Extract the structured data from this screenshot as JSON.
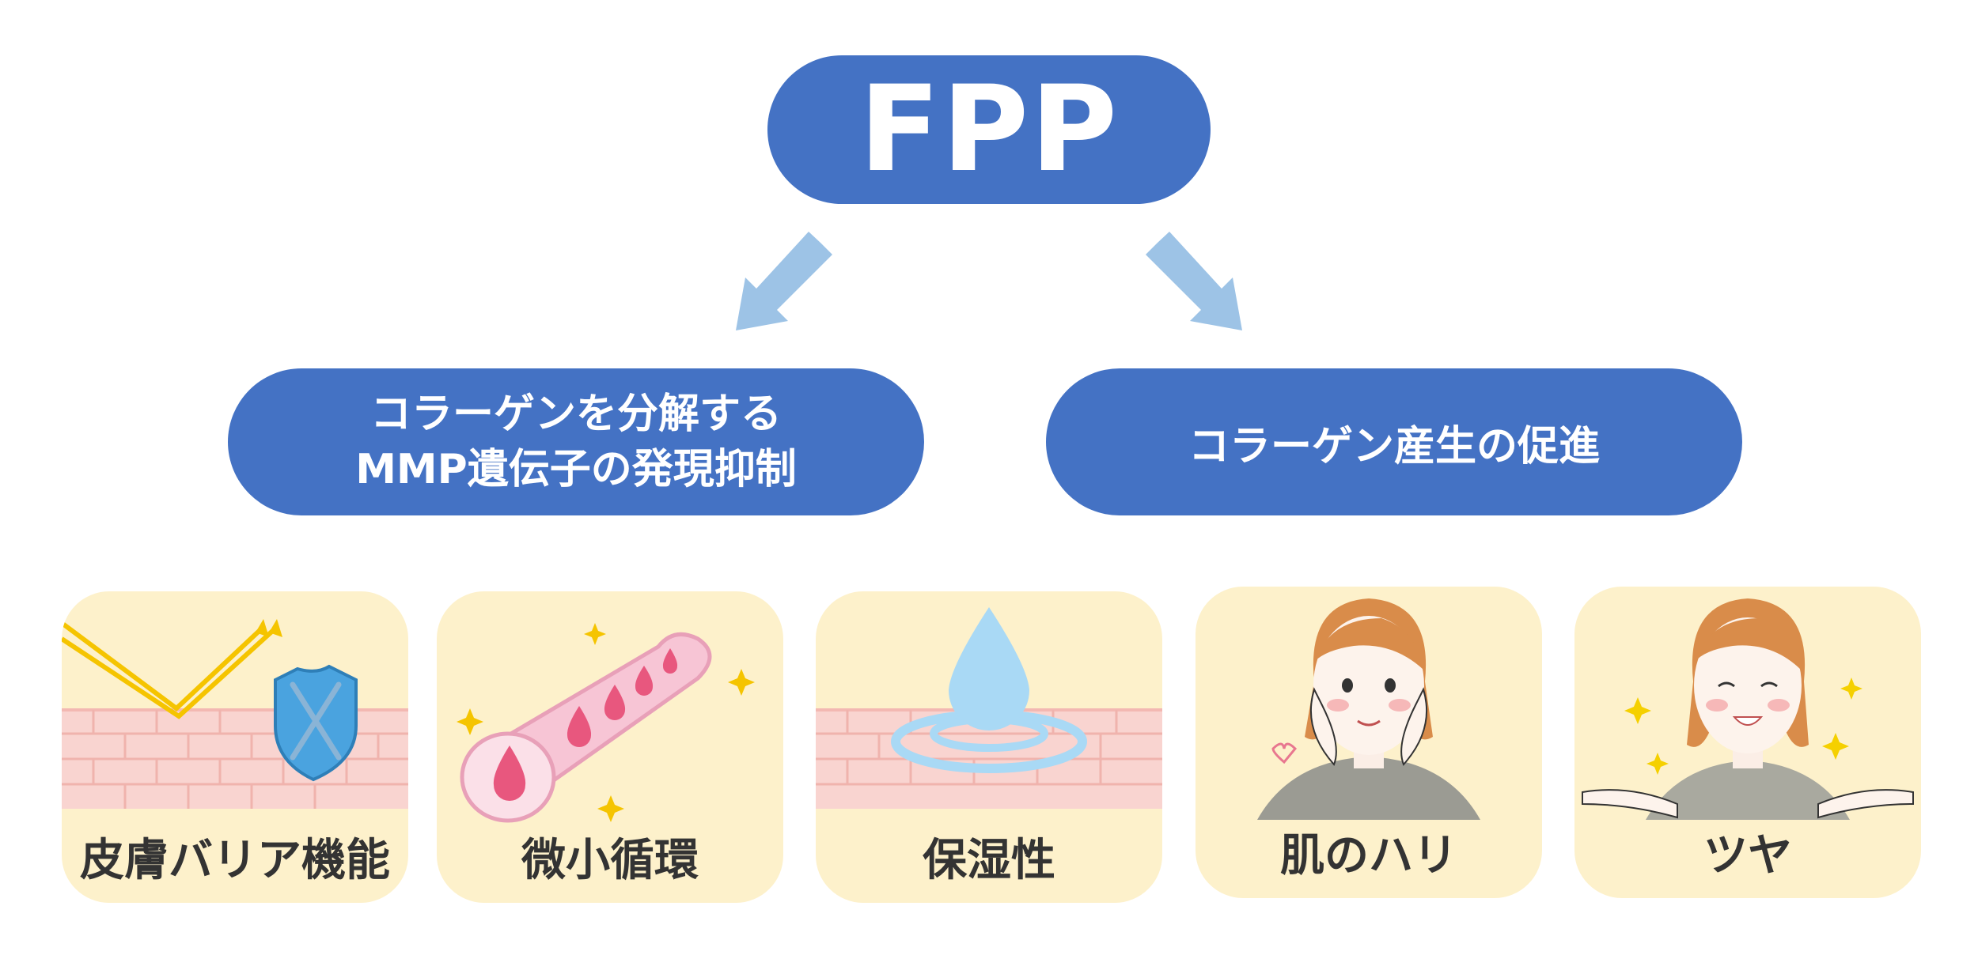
{
  "root": {
    "label": "FPP"
  },
  "branches": [
    {
      "lines": [
        "コラーゲンを分解する",
        "MMP遺伝子の発現抑制"
      ]
    },
    {
      "lines": [
        "コラーゲン産生の促進"
      ]
    }
  ],
  "cards": [
    {
      "label": "皮膚バリア機能",
      "icon": "skin-barrier-shield-icon"
    },
    {
      "label": "微小循環",
      "icon": "blood-vessel-icon"
    },
    {
      "label": "保湿性",
      "icon": "water-drop-icon"
    },
    {
      "label": "肌のハリ",
      "icon": "woman-holding-face-icon"
    },
    {
      "label": "ツヤ",
      "icon": "woman-radiant-icon"
    }
  ],
  "colors": {
    "pill": "#4472c4",
    "arrow": "#9dc3e6",
    "card": "#fdf1cb",
    "label_text": "#333333"
  }
}
